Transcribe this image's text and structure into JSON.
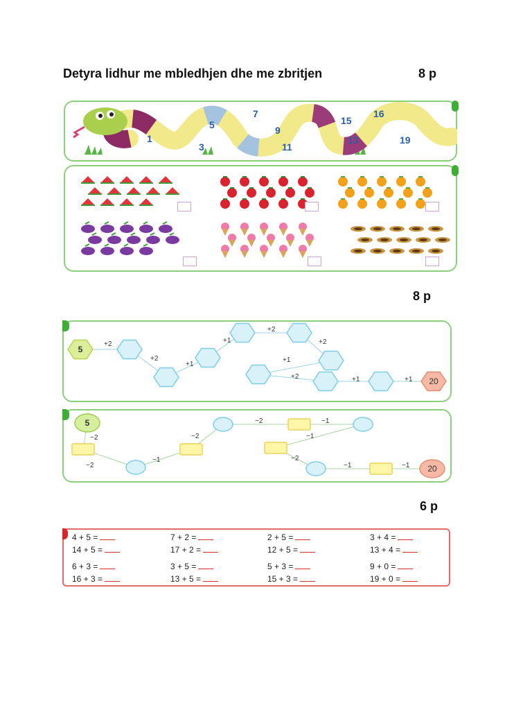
{
  "heading": "Detyra lidhur me mbledhjen dhe  me zbritjen",
  "points": [
    "8 p",
    "8 p",
    "6 p"
  ],
  "snake_numbers": [
    "1",
    "3",
    "5",
    "7",
    "9",
    "11",
    "13",
    "15",
    "16",
    "19"
  ],
  "fruit_groups": [
    {
      "icon": "watermelon-slice-icon"
    },
    {
      "icon": "strawberry-icon"
    },
    {
      "icon": "orange-icon"
    },
    {
      "icon": "grapes-icon"
    },
    {
      "icon": "ice-cream-cone-icon"
    },
    {
      "icon": "cookie-icon"
    }
  ],
  "addition_chain": {
    "start": "5",
    "end": "20",
    "steps": [
      "+2",
      "+2",
      "+1",
      "+1",
      "+2",
      "+2",
      "+1",
      "+2",
      "+1",
      "+1"
    ]
  },
  "subtraction_chain": {
    "start": "5",
    "end": "20",
    "steps": [
      "−2",
      "−2",
      "−1",
      "−2",
      "−2",
      "−1",
      "−1",
      "−2",
      "−1",
      "−1"
    ]
  },
  "equations": [
    [
      "4 + 5 =",
      "7 + 2 =",
      "2 + 5 =",
      "3 + 4 ="
    ],
    [
      "14 + 5 =",
      "17 + 2 =",
      "12 + 5 =",
      "13 + 4 ="
    ],
    [
      "6 + 3 =",
      "3 + 5 =",
      "5 + 3 =",
      "9 + 0 ="
    ],
    [
      "16 + 3 =",
      "13 + 5 =",
      "15 + 3 =",
      "19 + 0 ="
    ]
  ],
  "colors": {
    "panel_border": "#8ccf7a",
    "hex_fill": "#d9f1f8",
    "hex_stroke": "#7ccde6",
    "start_hex": "#dcee9a",
    "end_hex": "#f5b9a6",
    "yellow_box": "#fff6a8",
    "red_border": "#e46a6a"
  }
}
